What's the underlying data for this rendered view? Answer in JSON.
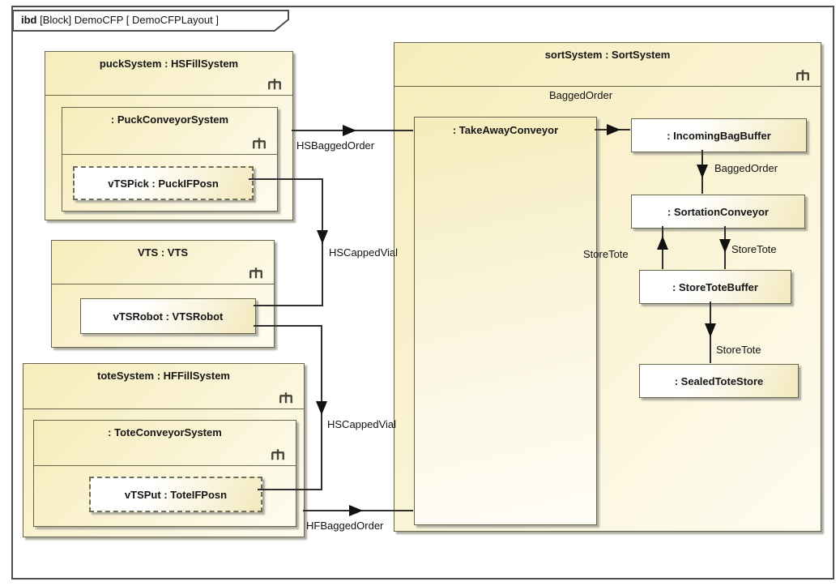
{
  "tab": {
    "keyword": "ibd",
    "rest": " [Block] DemoCFP [ DemoCFPLayout ]"
  },
  "blocks": {
    "puckSystem": {
      "label": "puckSystem : HSFillSystem"
    },
    "puckConveyor": {
      "label": ": PuckConveyorSystem"
    },
    "vtsPick": {
      "label": "vTSPick : PuckIFPosn"
    },
    "vts": {
      "label": "VTS : VTS"
    },
    "vtsRobot": {
      "label": "vTSRobot : VTSRobot"
    },
    "toteSystem": {
      "label": "toteSystem : HFFillSystem"
    },
    "toteConveyor": {
      "label": ": ToteConveyorSystem"
    },
    "vtsPut": {
      "label": "vTSPut : ToteIFPosn"
    },
    "sortSystem": {
      "label": "sortSystem : SortSystem"
    },
    "takeAwayConveyor": {
      "label": ": TakeAwayConveyor"
    },
    "incomingBagBuffer": {
      "label": ": IncomingBagBuffer"
    },
    "sortationConveyor": {
      "label": ": SortationConveyor"
    },
    "storeToteBuffer": {
      "label": ": StoreToteBuffer"
    },
    "sealedToteStore": {
      "label": ": SealedToteStore"
    }
  },
  "flows": {
    "hsBaggedOrder": "HSBaggedOrder",
    "hsCappedVial1": "HSCappedVial",
    "hsCappedVial2": "HSCappedVial",
    "hfBaggedOrder": "HFBaggedOrder",
    "baggedOrderTop": "BaggedOrder",
    "baggedOrderMid": "BaggedOrder",
    "storeToteUp": "StoreTote",
    "storeToteDown": "StoreTote",
    "storeToteBottom": "StoreTote"
  },
  "colors": {
    "block_fill_top": "#f7ecbb",
    "block_fill_bottom": "#fefcf1",
    "leaf_fill": "#fffffd",
    "leaf_fill_edge": "#f3e9bd",
    "block_border": "#66664a",
    "frame_border": "#4e4e4e",
    "connector": "#2f2f2f",
    "shadow": "#aeaca0",
    "text": "#151515"
  }
}
